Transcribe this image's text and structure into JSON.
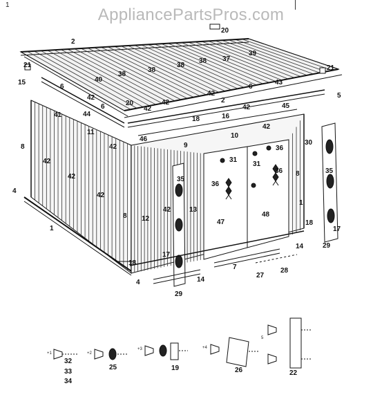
{
  "watermark": "AppliancePartsPros.com",
  "corner_mark": "1",
  "callouts": {
    "c1": "1",
    "c2": "2",
    "c4": "4",
    "c5": "5",
    "c6": "6",
    "c7": "7",
    "c8": "8",
    "c9": "9",
    "c10": "10",
    "c11": "11",
    "c12": "12",
    "c13": "13",
    "c14": "14",
    "c15": "15",
    "c16": "16",
    "c17": "17",
    "c18": "18",
    "c19": "19",
    "c20": "20",
    "c21": "21",
    "c22": "22",
    "c25": "25",
    "c26": "26",
    "c27": "27",
    "c28": "28",
    "c29": "29",
    "c30": "30",
    "c31": "31",
    "c32": "32",
    "c33": "33",
    "c34": "34",
    "c35": "35",
    "c36": "36",
    "c37": "37",
    "c38": "38",
    "c39": "39",
    "c40": "40",
    "c41": "41",
    "c42": "42",
    "c43": "43",
    "c44": "44",
    "c45": "45",
    "c46": "46",
    "c47": "47",
    "c48": "48"
  },
  "hardware_marks": [
    "+1",
    "+2",
    "+3",
    "+4",
    "5"
  ]
}
